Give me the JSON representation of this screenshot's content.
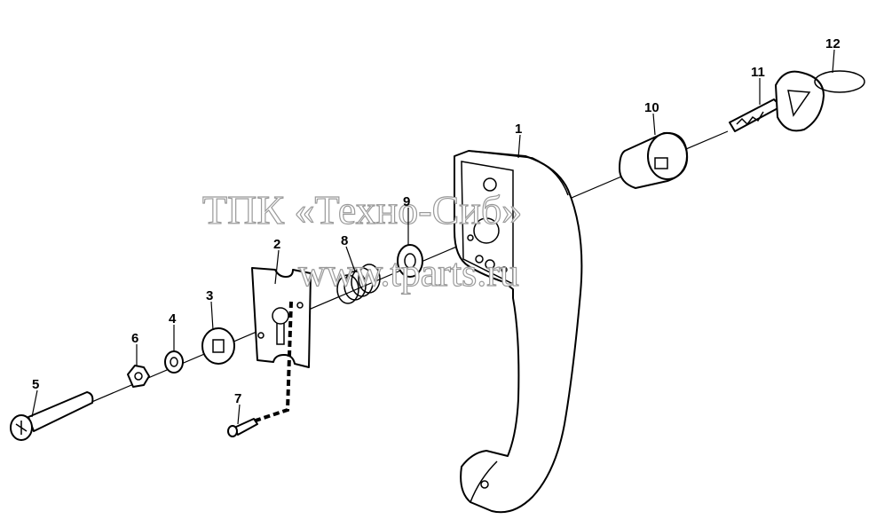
{
  "watermark": {
    "line1": "ТПК «Техно-Сиб»",
    "line2": "www.tparts.ru"
  },
  "callouts": [
    {
      "id": "1",
      "label": "1"
    },
    {
      "id": "2",
      "label": "2"
    },
    {
      "id": "3",
      "label": "3"
    },
    {
      "id": "4",
      "label": "4"
    },
    {
      "id": "5",
      "label": "5"
    },
    {
      "id": "6",
      "label": "6"
    },
    {
      "id": "7",
      "label": "7"
    },
    {
      "id": "8",
      "label": "8"
    },
    {
      "id": "9",
      "label": "9"
    },
    {
      "id": "10",
      "label": "10"
    },
    {
      "id": "11",
      "label": "11"
    },
    {
      "id": "12",
      "label": "12"
    }
  ]
}
